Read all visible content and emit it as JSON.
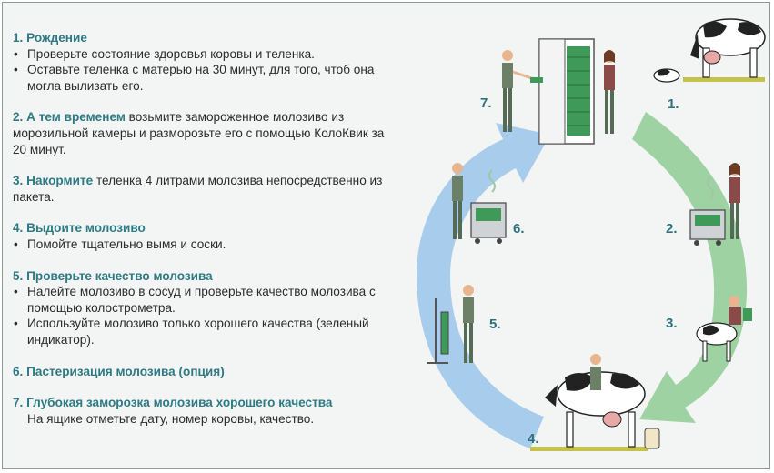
{
  "steps": [
    {
      "num": "1.",
      "title": "Рождение",
      "bullets": [
        "Проверьте состояние здоровья коровы и теленка.",
        "Оставьте теленка с матерью на 30 минут, для того, чтоб она могла вылизать его."
      ]
    },
    {
      "num": "2.",
      "title": "А тем временем",
      "text": " возьмите замороженное молозиво из морозильной камеры и разморозьте его с помощью КолоКвик за 20 минут."
    },
    {
      "num": "3.",
      "title": "Накормите",
      "text": " теленка 4 литрами молозива непосредственно из пакета."
    },
    {
      "num": "4.",
      "title": "Выдоите молозиво",
      "bullets": [
        "Помойте тщательно вымя и соски."
      ]
    },
    {
      "num": "5.",
      "title": "Проверьте качество молозива",
      "bullets": [
        "Налейте молозиво в сосуд и проверьте качество молозива с помощью колострометра.",
        "Используйте молозиво только хорошего качества (зеленый индикатор)."
      ]
    },
    {
      "num": "6.",
      "title": "Пастеризация молозива (опция)"
    },
    {
      "num": "7.",
      "title": "Глубокая заморозка молозива хорошего качества",
      "plain": "На ящике отметьте дату, номер коровы, качество."
    }
  ],
  "cycle": {
    "labels": [
      "1.",
      "2.",
      "3.",
      "4.",
      "5.",
      "6.",
      "7."
    ],
    "colors": {
      "green_arrow": "#9fd2a3",
      "blue_arrow": "#a8cdec",
      "accent": "#2e7a84",
      "number": "#2e6f7d"
    }
  }
}
